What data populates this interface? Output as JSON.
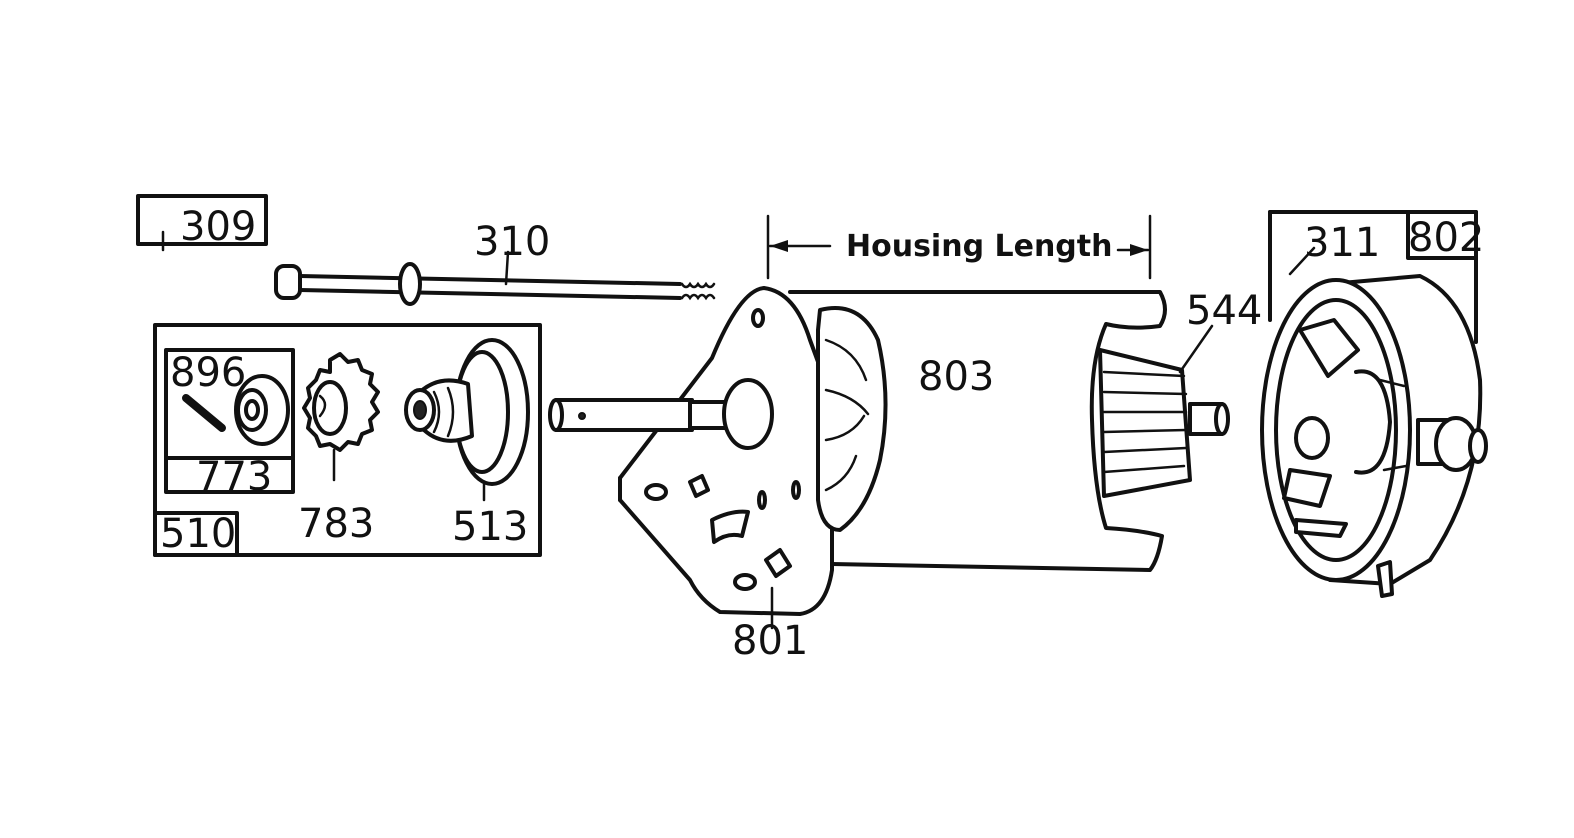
{
  "parts": {
    "p309": "309",
    "p310": "310",
    "p896": "896",
    "p773": "773",
    "p510": "510",
    "p783": "783",
    "p513": "513",
    "p801": "801",
    "p803": "803",
    "p544": "544",
    "p311": "311",
    "p802": "802"
  },
  "dimension_label": "Housing Length"
}
